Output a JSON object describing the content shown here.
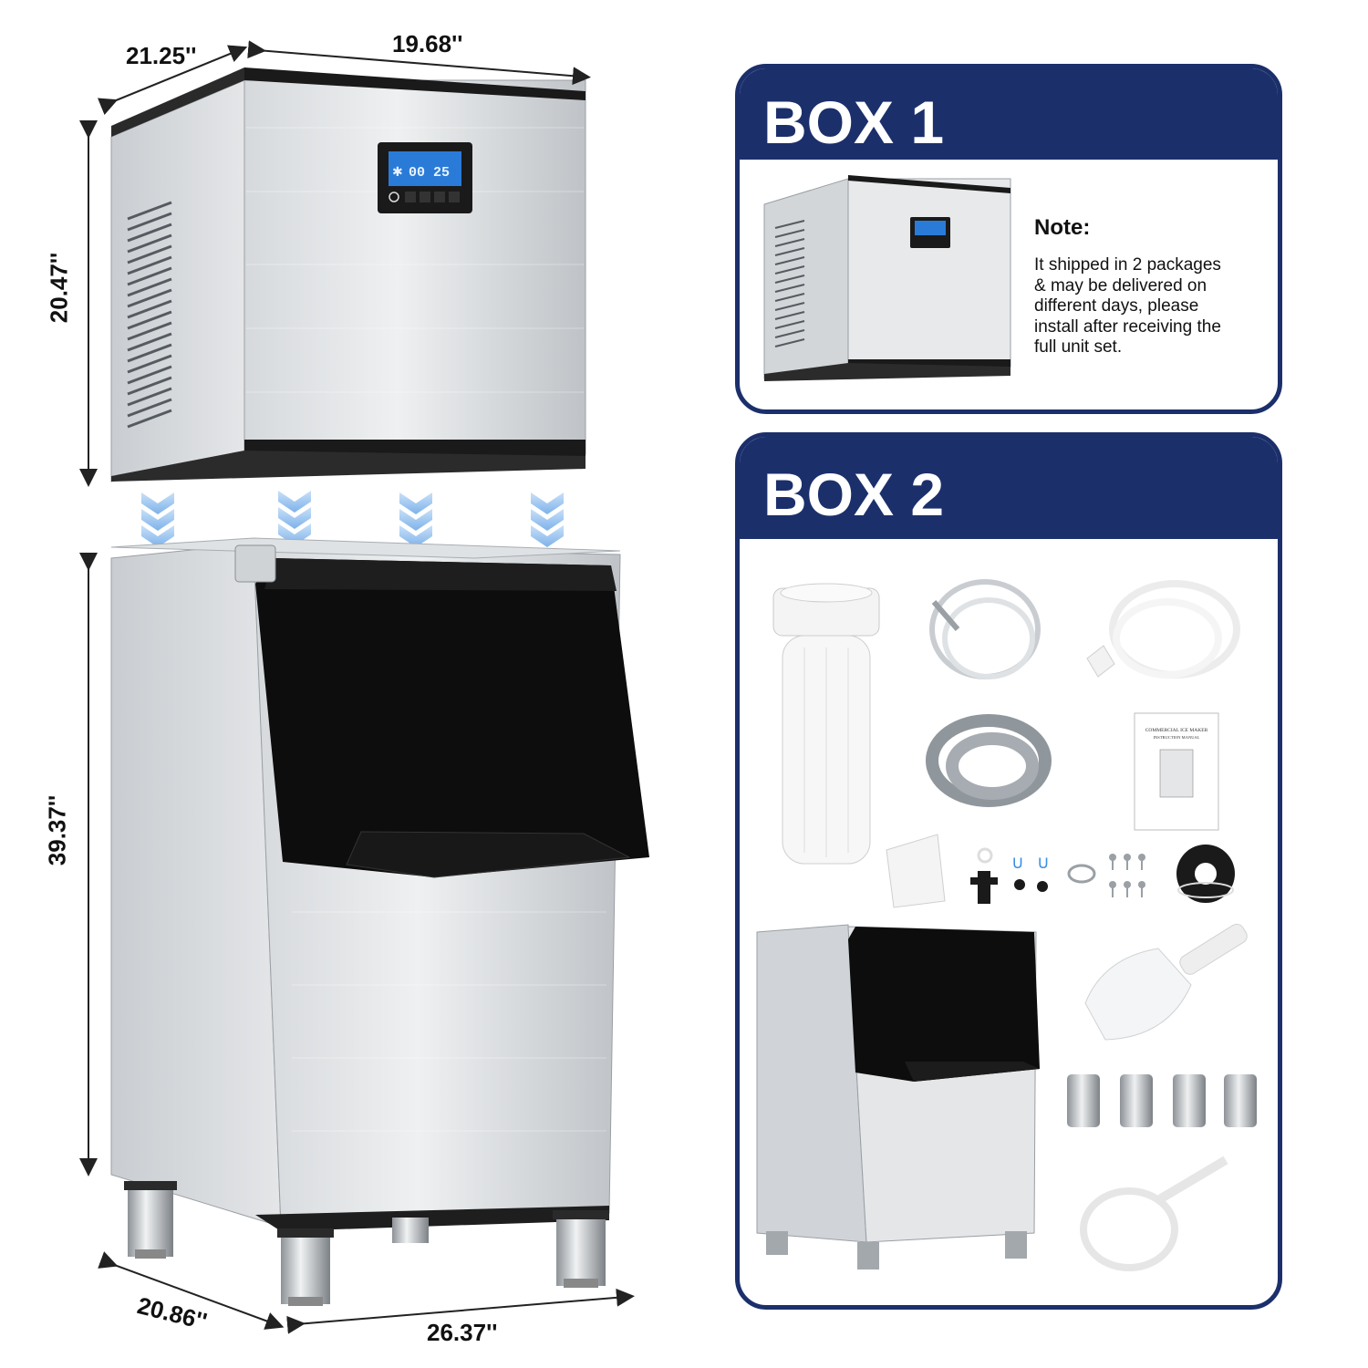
{
  "dimensions": {
    "top_depth": "21.25''",
    "top_width": "19.68''",
    "top_height": "20.47''",
    "bin_height": "39.37''",
    "bin_depth": "20.86''",
    "bin_width": "26.37''"
  },
  "box1": {
    "title": "BOX 1",
    "note_title": "Note:",
    "note_lines": [
      "It shipped in 2 packages",
      "& may be delivered on",
      "different days, please",
      "install after receiving the",
      "full unit set."
    ]
  },
  "box2": {
    "title": "BOX 2"
  },
  "manual": {
    "title": "COMMERCIAL ICE MAKER",
    "subtitle": "INSTRUCTION MANUAL"
  },
  "display": {
    "readout": "00 25"
  },
  "colors": {
    "navy": "#1b2f6b",
    "arrow_blue": "#9cc4f0",
    "steel": "#c8ccd0",
    "black_panel": "#0d0d0d"
  },
  "icons": [
    "snowflake-icon",
    "power-icon",
    "arrow-down-icon"
  ]
}
